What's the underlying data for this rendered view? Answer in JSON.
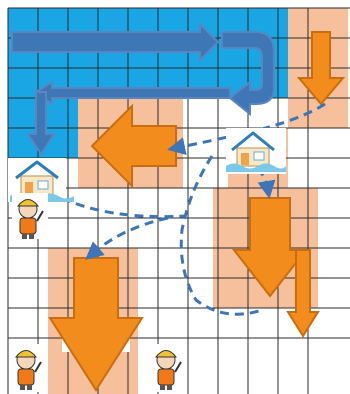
{
  "grid": {
    "columns": 10,
    "rows": 11
  },
  "colors": {
    "water": "#1AA5E5",
    "land": "#FFFFFF",
    "tile": "#F5C09B",
    "grid_line": "#2B2B2B",
    "orange_arrow": "#F28C1C",
    "blue_arrow": "#3F76B5",
    "dashed_path": "#3E74B8",
    "worker_vest": "#F07A1A",
    "worker_helmet": "#F2C232"
  },
  "elements": {
    "flow_arrows": "blue-arrow-icon",
    "land_arrows": "orange-arrow-icon",
    "houses": "flooded-house-icon",
    "workers": "rescue-worker-icon",
    "route": "dashed-route-path"
  }
}
